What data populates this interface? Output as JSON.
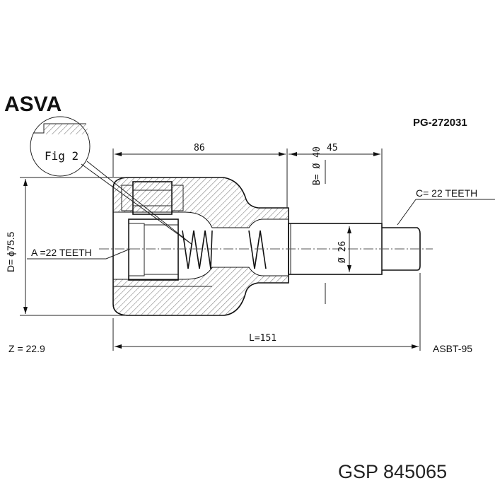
{
  "header": {
    "brand": "ASVA",
    "part_number": "PG-272031"
  },
  "figure": {
    "fig_label": "Fig 2"
  },
  "dimensions": {
    "top_length": "86",
    "top_length_right": "45",
    "bore_diameter": "B= Ø 40",
    "shaft_diameter": "Ø 26",
    "outer_diameter": "D= ϕ75.5",
    "total_length": "L=151",
    "inner_teeth": "A =22 TEETH",
    "outer_teeth": "C= 22 TEETH"
  },
  "footer": {
    "z_value": "Z = 22.9",
    "ref_code": "ASBT-95",
    "catalog": "GSP 845065"
  },
  "colors": {
    "line": "#111111",
    "hatch": "#444444",
    "background": "#ffffff"
  }
}
